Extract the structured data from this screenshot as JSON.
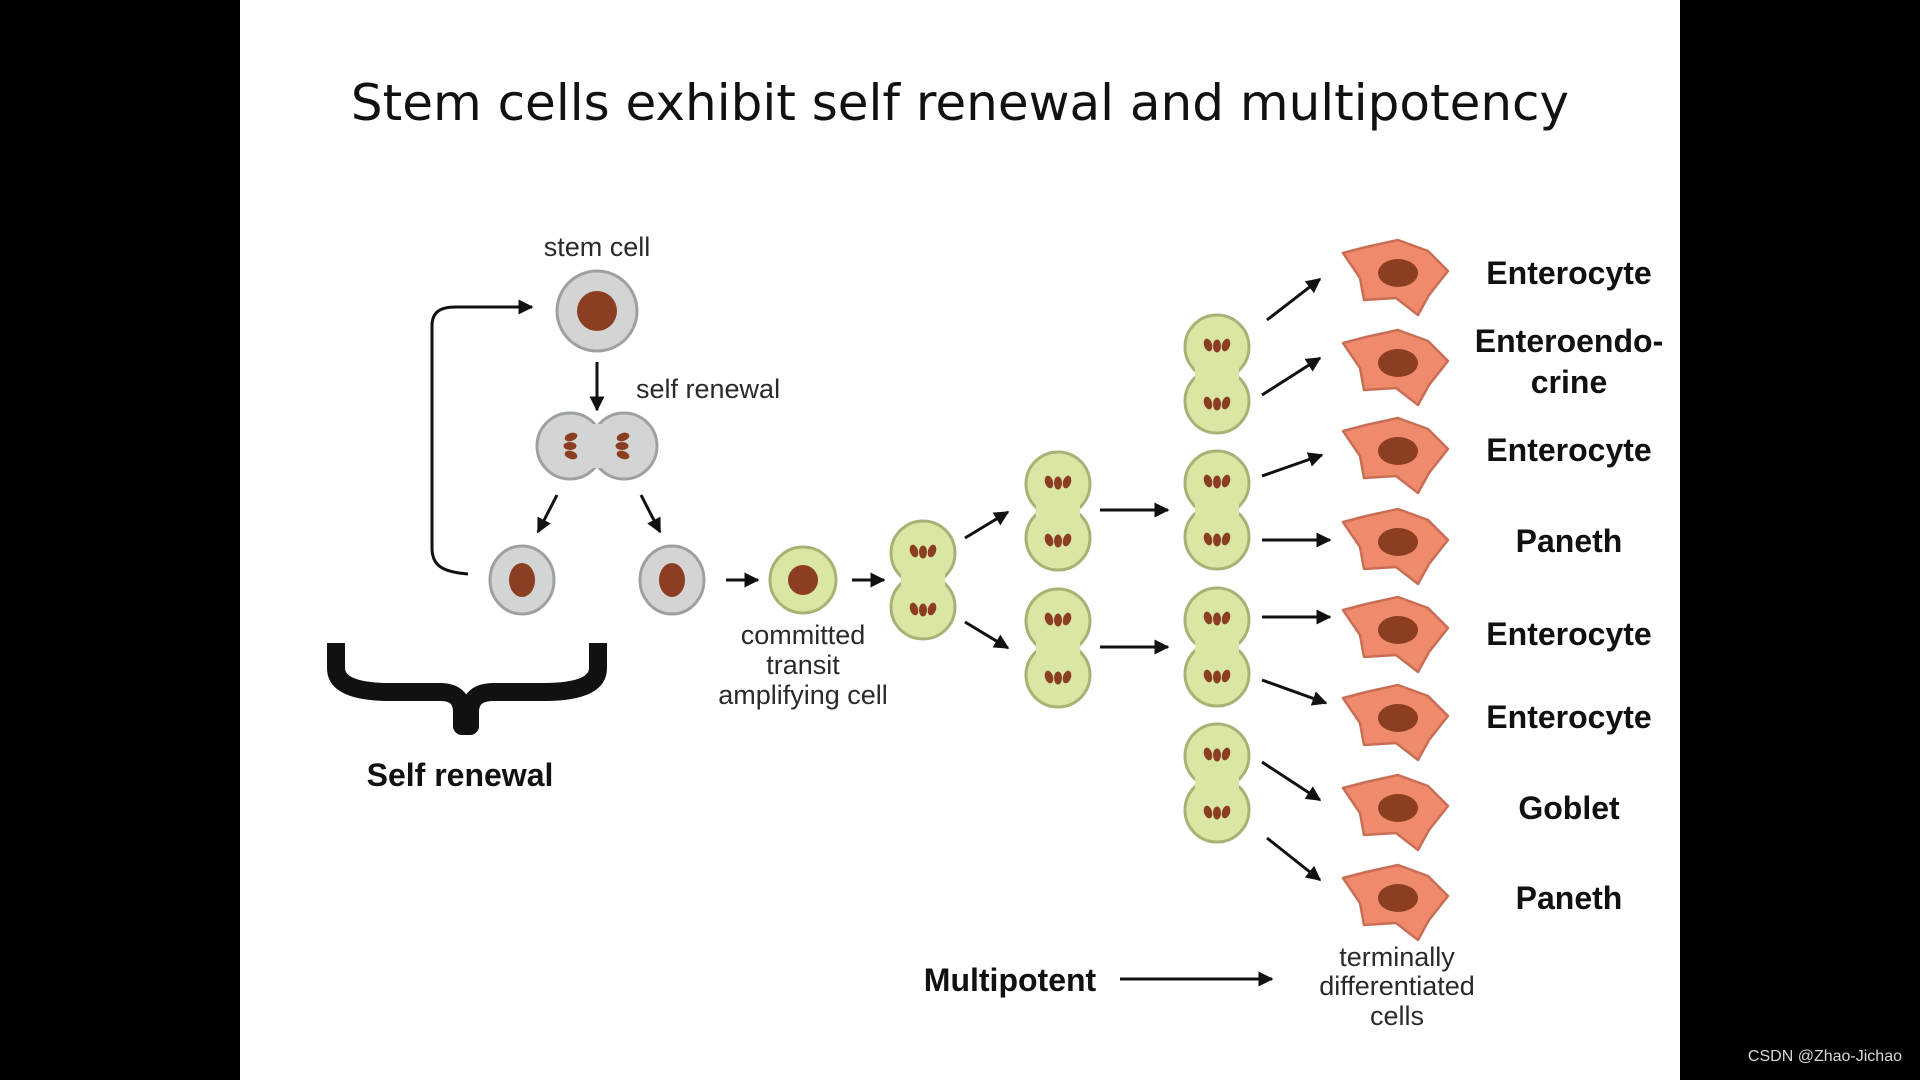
{
  "slide": {
    "title": "Stem cells exhibit self renewal and multipotency"
  },
  "labels": {
    "stem_cell": "stem cell",
    "self_renewal_step": "self renewal",
    "committed_line1": "committed",
    "committed_line2": "transit",
    "committed_line3": "amplifying cell",
    "self_renewal_brace": "Self renewal",
    "multipotent": "Multipotent",
    "terminal_line1": "terminally",
    "terminal_line2": "differentiated",
    "terminal_line3": "cells"
  },
  "cell_types": [
    {
      "line1": "Enterocyte",
      "line2": ""
    },
    {
      "line1": "Enteroendo-",
      "line2": "crine"
    },
    {
      "line1": "Enterocyte",
      "line2": ""
    },
    {
      "line1": "Paneth",
      "line2": ""
    },
    {
      "line1": "Enterocyte",
      "line2": ""
    },
    {
      "line1": "Enterocyte",
      "line2": ""
    },
    {
      "line1": "Goblet",
      "line2": ""
    },
    {
      "line1": "Paneth",
      "line2": ""
    }
  ],
  "watermark": "CSDN @Zhao-Jichao",
  "colors": {
    "stem_cell_fill": "#d3d5d5",
    "stem_cell_stroke": "#9ea1a1",
    "nucleus": "#8b3e22",
    "progenitor_fill": "#d9e6a4",
    "progenitor_stroke": "#a7b275",
    "differentiated_fill": "#ef8a6c",
    "differentiated_stroke": "#c96e55"
  }
}
